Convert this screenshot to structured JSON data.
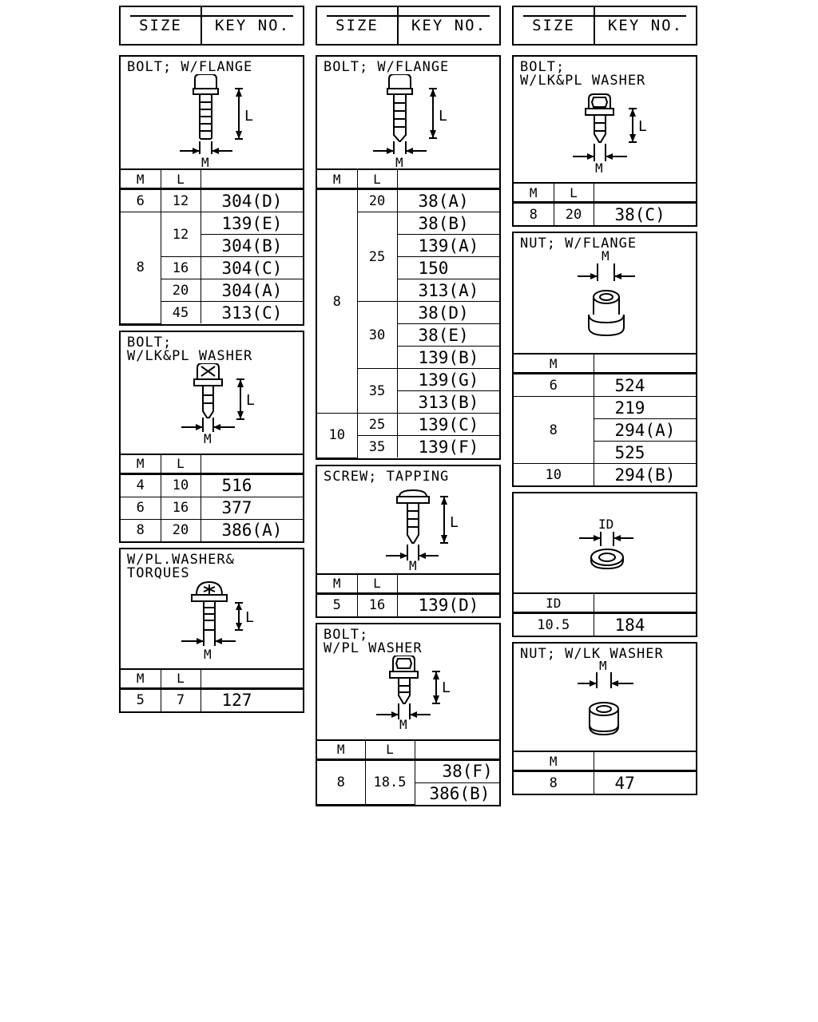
{
  "header": {
    "size": "SIZE",
    "key_no": "KEY NO."
  },
  "columns": {
    "m": "M",
    "l": "L",
    "id": "ID"
  },
  "left": {
    "s1": {
      "title": "BOLT; W/FLANGE",
      "rows": [
        {
          "m": "6",
          "l": "12",
          "key": "304(D)"
        },
        {
          "m": "8",
          "l": "12",
          "key": "139(E)"
        },
        {
          "key": "304(B)"
        },
        {
          "l": "16",
          "key": "304(C)"
        },
        {
          "l": "20",
          "key": "304(A)"
        },
        {
          "l": "45",
          "key": "313(C)"
        }
      ]
    },
    "s2": {
      "title_line1": "BOLT;",
      "title_line2": "W/LK&PL WASHER",
      "rows": [
        {
          "m": "4",
          "l": "10",
          "key": "516"
        },
        {
          "m": "6",
          "l": "16",
          "key": "377"
        },
        {
          "m": "8",
          "l": "20",
          "key": "386(A)"
        }
      ]
    },
    "s3": {
      "title_line1": "W/PL.WASHER&",
      "title_line2": "TORQUES",
      "rows": [
        {
          "m": "5",
          "l": "7",
          "key": "127"
        }
      ]
    }
  },
  "middle": {
    "s1": {
      "title": "BOLT; W/FLANGE",
      "m8": "8",
      "m10": "10",
      "l20": "20",
      "l25": "25",
      "l30": "30",
      "l35": "35",
      "l25b": "25",
      "l35b": "35",
      "keys": [
        "38(A)",
        "38(B)",
        "139(A)",
        "150",
        "313(A)",
        "38(D)",
        "38(E)",
        "139(B)",
        "139(G)",
        "313(B)",
        "139(C)",
        "139(F)"
      ]
    },
    "s2": {
      "title": "SCREW; TAPPING",
      "rows": [
        {
          "m": "5",
          "l": "16",
          "key": "139(D)"
        }
      ]
    },
    "s3": {
      "title_line1": "BOLT;",
      "title_line2": "W/PL WASHER",
      "m": "8",
      "l": "18.5",
      "keys": [
        "38(F)",
        "386(B)"
      ]
    }
  },
  "right": {
    "s1": {
      "title_line1": "BOLT;",
      "title_line2": "W/LK&PL WASHER",
      "rows": [
        {
          "m": "8",
          "l": "20",
          "key": "38(C)"
        }
      ]
    },
    "s2": {
      "title": "NUT; W/FLANGE",
      "m6": "6",
      "m8": "8",
      "m10": "10",
      "keys": [
        "524",
        "219",
        "294(A)",
        "525",
        "294(B)"
      ]
    },
    "s3": {
      "id_value": "10.5",
      "key": "184"
    },
    "s4": {
      "title": "NUT; W/LK WASHER",
      "m": "8",
      "key": "47"
    }
  }
}
